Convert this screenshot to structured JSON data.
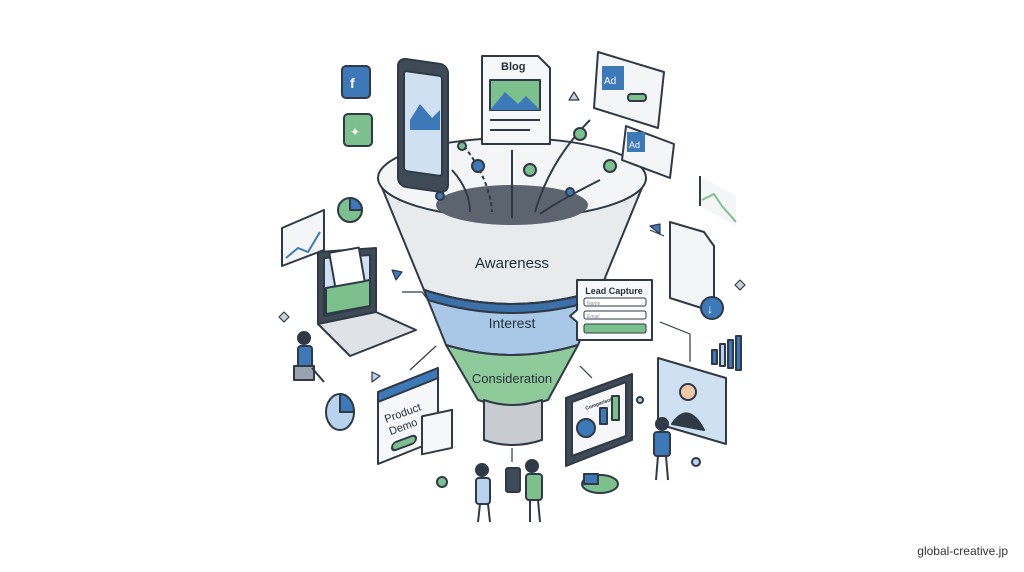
{
  "funnel": {
    "stages": [
      "Awareness",
      "Interest",
      "Consideration"
    ]
  },
  "cards": {
    "blog": "Blog",
    "ad1": "Ad",
    "ad2": "Ad",
    "lead_capture": {
      "title": "Lead Capture",
      "name_placeholder": "Name",
      "email_placeholder": "Email"
    },
    "product_demo": [
      "Product",
      "Demo"
    ],
    "comparison": "Comparison"
  },
  "watermark": "global-creative.jp",
  "colors": {
    "outline": "#2f3a46",
    "blue": "#3d78b8",
    "light_blue": "#b9d3ee",
    "green": "#7cc08e",
    "gray": "#d9dde2"
  }
}
